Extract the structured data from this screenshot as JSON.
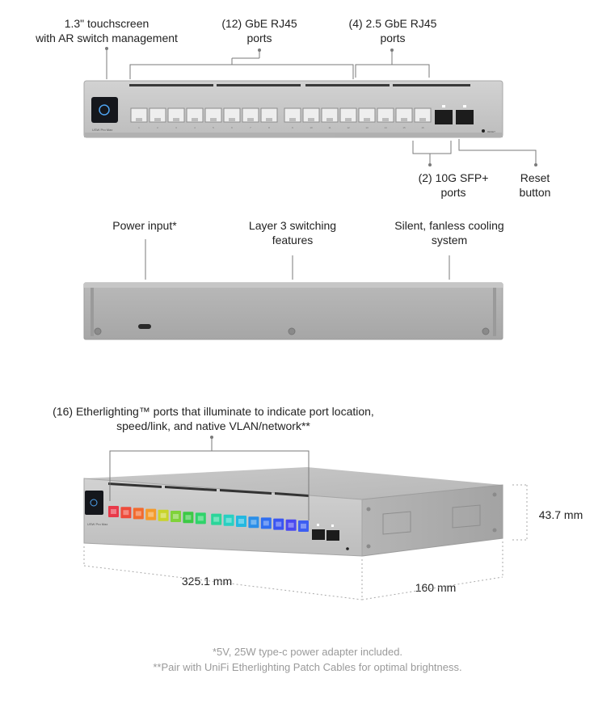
{
  "labels": {
    "touchscreen": [
      "1.3\" touchscreen",
      "with AR switch management"
    ],
    "gbe": [
      "(12) GbE RJ45",
      "ports"
    ],
    "gbe25": [
      "(4) 2.5 GbE RJ45",
      "ports"
    ],
    "sfp": [
      "(2) 10G SFP+",
      "ports"
    ],
    "reset": [
      "Reset",
      "button"
    ],
    "power": "Power input*",
    "layer3": [
      "Layer 3 switching",
      "features"
    ],
    "cooling": [
      "Silent, fanless cooling",
      "system"
    ],
    "etherlighting": [
      "(16) Etherlighting™ ports that illuminate to indicate port location,",
      "speed/link, and native VLAN/network**"
    ]
  },
  "device": {
    "model_text": "USW Pro Max",
    "port_numbers": [
      "1",
      "2",
      "3",
      "4",
      "5",
      "6",
      "7",
      "8",
      "9",
      "10",
      "11",
      "12",
      "13",
      "14",
      "15",
      "16"
    ],
    "reset_text": "RESET"
  },
  "dimensions": {
    "height": "43.7 mm",
    "width": "325.1 mm",
    "depth": "160 mm"
  },
  "footnotes": [
    "*5V, 25W type-c power adapter included.",
    "**Pair with UniFi Etherlighting Patch Cables for optimal brightness."
  ],
  "led_colors": [
    "#e8394a",
    "#ee4a3a",
    "#f26a2e",
    "#f59a2a",
    "#c9d42a",
    "#7fd23a",
    "#3cc945",
    "#2fd36a",
    "#2bd59a",
    "#28d0c2",
    "#24b8e0",
    "#2a8fe8",
    "#2f6ef0",
    "#3a55f2",
    "#4a48f0",
    "#3d5ef2"
  ],
  "colors": {
    "chassis": "#c3c3c3",
    "chassis_dark": "#a9a9a9",
    "leader": "#7a7a7a"
  }
}
